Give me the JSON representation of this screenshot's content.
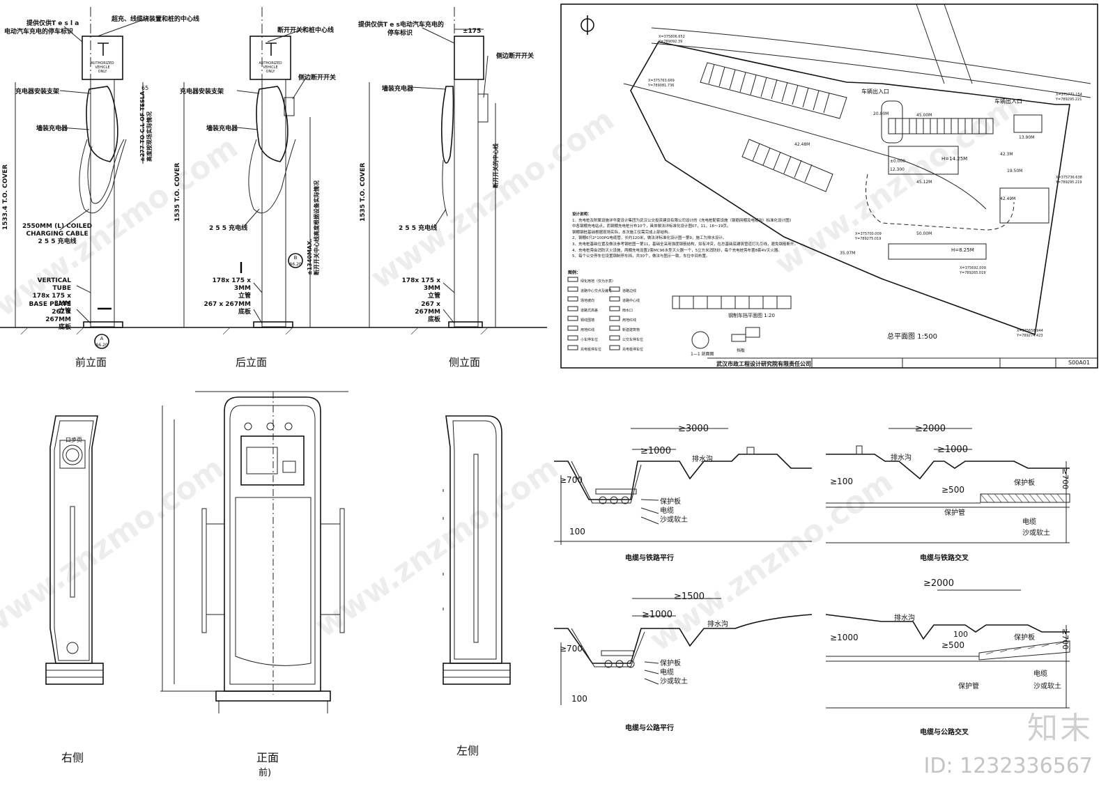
{
  "panel_tl": {
    "views": [
      "前立面",
      "后立面",
      "侧立面"
    ],
    "labels": {
      "tesla_sign": "提供仅供T e s l a",
      "tesla_sign2": "电动汽车充电的停车标识",
      "centerline": "超充、线缆绕装置和桩的中心线",
      "charger_bracket": "充电器安装支架",
      "wall_charger": "墙装充电器",
      "cable_en": "2550MM (L) COILED",
      "cable_en2": "CHARGING CABLE",
      "cable_cn": "2 5 5 充电线",
      "tube_en": "VERTICAL TUBE",
      "tube_dim": "178x 175 x 3MM",
      "tube_cn": "立管",
      "base_en": "BASE PLATE",
      "base_dim": "267 x 267MM",
      "base_cn": "底板",
      "cover1": "1533.4 T.O. COVER",
      "cover2": "1535 T.O. COVER",
      "cover3": "1535 T.O. COVER",
      "tesla_cl": "±277 TO C.L OF TESLA",
      "tesla_cl2": "高度按现场实际情况",
      "dim65": "65",
      "switch_center": "断开开关和桩中心线",
      "side_switch": "侧边断开开关",
      "max1340": "±1340MAX.",
      "max_note": "断开开关中心线高度根据设备实际情况",
      "sign_side": "提供仅供T e s电动汽车充电的",
      "sign_side2": "停车标识",
      "dim175": "±175",
      "side_switch2": "侧边断开开关",
      "switch_center2": "断开开关的中心线",
      "sign_text1": "AUTHORIZED",
      "sign_text2": "VEHICLE",
      "sign_text3": "ONLY",
      "tag_a": "A",
      "tag_b": "B",
      "tag_ref": "A6.20"
    }
  },
  "panel_tr": {
    "title": "总平面图",
    "scale": "1:500",
    "company": "武汉市政工程设计研究院有限责任公司",
    "drawing_no": "S00A01",
    "entrance": "车辆出入口",
    "entrance2": "车辆出入口",
    "notes_title": "设计说明：",
    "notes": [
      "1、充电桩及附属设施详华夏设计集团为武汉公交投资建设有限公司设计的《充电桩配套设施（钢筋网棚及电缆沟）标准化设计图》",
      "中各钢棚充电站点，而钢棚充电桩分布10个，具体做法详标准化设计图07，11，16～19页。",
      "钢棚钢桩基础根据现场实际，本次施工仅需完成上部结构。",
      "2、钢棚6只2*100PG电缆管，长约120米，做法详标准化设计图一第9，施工为排水设计。",
      "3、充电桩基础位置及做法参考钢桩图一第11，基础全采用强度钢筋结构，如有冲突，在总基础底建筑管道打孔引线，避免钢筋断开。",
      "4、充电桩旁由消防灭火设施，两棚充电设置2套MC96水型灭火器一个，5立方米消防砂，每个充电桩旁布置8套4V灭火器。",
      "5、每个公交停车位设置钢制停车挡，共30个，做法与图示一致，车位中间布置。"
    ],
    "legend_title": "图例：",
    "legend": [
      "绿化用地（仅为示意）",
      "道路中心交点及编号",
      "道路边线",
      "场地坡向",
      "道路中心线",
      "道路式高差",
      "铜线围墙",
      "用地红线",
      "雨水口",
      "用地红线",
      "新建建筑物",
      "公交车停车位",
      "小车停车位",
      "充电桩停车位",
      "充电桩停车位"
    ],
    "section_label": "1—1 剖面图",
    "stop_label": "钢制车挡平面图",
    "stop_scale": "1:20",
    "stop_side": "挡板",
    "dims": [
      "20.00M",
      "45.00M",
      "42.48M",
      "42.3M",
      "19.50M",
      "35.07M",
      "50.00M",
      "45.12M",
      "13.90M",
      "42.49M"
    ],
    "coords": [
      "X=375806.652",
      "Y=789092.39",
      "X=375763.669",
      "Y=789081.736",
      "X=375771.154",
      "Y=789295.221",
      "X=375736.638",
      "Y=789295.219",
      "X=375700.009",
      "Y=789275.019",
      "X=375692.009",
      "Y=789265.019",
      "X=375658.944",
      "Y=789274.423"
    ],
    "building1": "H=14.25M",
    "building2": "H=8.25M",
    "elev1": "±0.000",
    "elev2": "12.300"
  },
  "panel_bl": {
    "views": [
      "右侧",
      "正面",
      "左侧"
    ],
    "front_sub": "前)",
    "side_label": "口步页"
  },
  "panel_br": {
    "sections": [
      {
        "title": "电缆与铁路平行",
        "dim_top": "≥3000",
        "dim_mid": "≥1000",
        "dim_left": "≥700",
        "dim_bot": "100",
        "ditch": "排水沟",
        "labels": [
          "保护板",
          "电缆",
          "沙或软土"
        ]
      },
      {
        "title": "电缆与铁路交叉",
        "dim_top": "≥2000",
        "dim_mid": "≥1000",
        "dim_left": "≥100",
        "dim_500": "≥500",
        "ditch": "排水沟",
        "labels": [
          "保护板",
          "电缆",
          "保护管",
          "沙或软土"
        ],
        "dim_right": "≥700"
      },
      {
        "title": "电缆与公路平行",
        "dim_top": "≥1500",
        "dim_mid": "≥1000",
        "dim_left": "≥700",
        "dim_bot": "100",
        "ditch": "排水沟",
        "labels": [
          "保护板",
          "电缆",
          "沙或软土"
        ]
      },
      {
        "title": "电缆与公路交叉",
        "dim_top": "≥2000",
        "dim_mid": "100",
        "dim_left": "≥1000",
        "dim_500": "≥500",
        "ditch": "排水沟",
        "labels": [
          "保护板",
          "电缆",
          "保护管",
          "沙或软土"
        ],
        "dim_right": "≥700"
      }
    ]
  },
  "watermark": {
    "site": "www.znzmo.com",
    "brand": "知末",
    "id": "ID: 1232336567"
  }
}
